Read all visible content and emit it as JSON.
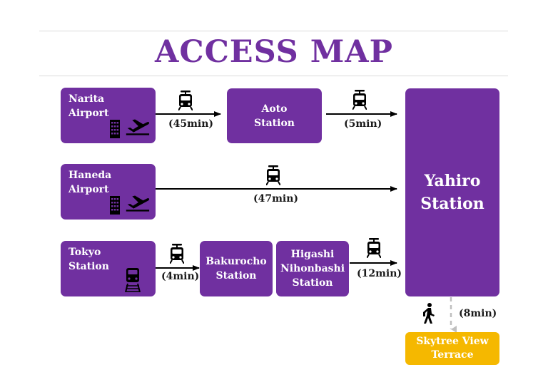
{
  "title": "ACCESS MAP",
  "nodes": {
    "narita": "Narita\nAirport",
    "aoto": "Aoto\nStation",
    "haneda": "Haneda\nAirport",
    "tokyo": "Tokyo\nStation",
    "bakurocho": "Bakurocho\nStation",
    "higashi": "Higashi\nNihonbashi\nStation",
    "yahiro": "Yahiro\nStation",
    "skytree": "Skytree View\nTerrace"
  },
  "times": {
    "narita_aoto": "(45min)",
    "aoto_yahiro": "(5min)",
    "haneda_yahiro": "(47min)",
    "tokyo_bakurocho": "(4min)",
    "higashi_yahiro": "(12min)",
    "walk": "(8min)"
  },
  "colors": {
    "station": "#7030a0",
    "destination": "#f5b800",
    "arrow": "#000000",
    "walk_arrow": "#bfbfbf"
  },
  "icons": [
    "train-icon",
    "airplane-icon",
    "building-icon",
    "walking-person-icon"
  ]
}
